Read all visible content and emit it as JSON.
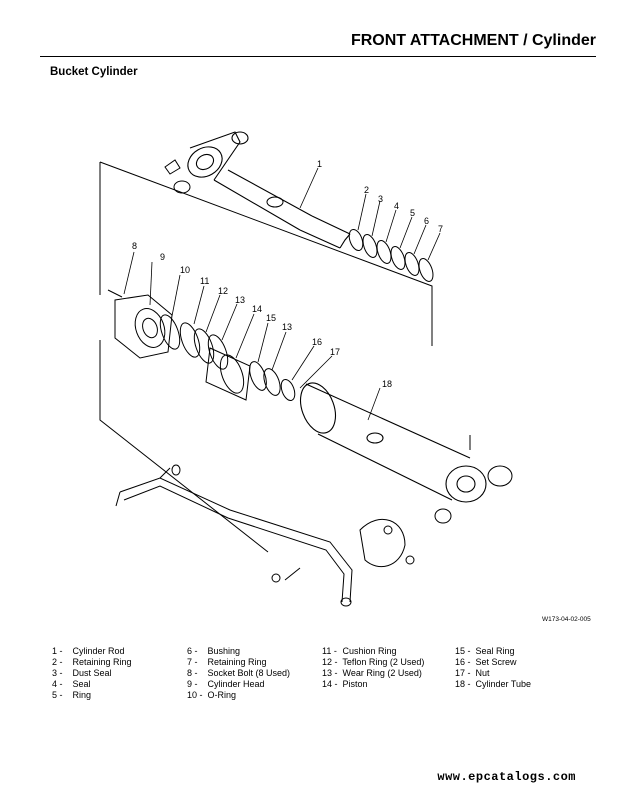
{
  "header": {
    "title": "FRONT ATTACHMENT / Cylinder"
  },
  "section": {
    "title": "Bucket Cylinder"
  },
  "diagram": {
    "callouts": [
      "1",
      "2",
      "3",
      "4",
      "5",
      "6",
      "7",
      "8",
      "9",
      "10",
      "11",
      "12",
      "13",
      "14",
      "15",
      "13",
      "16",
      "17",
      "18"
    ],
    "figure_code": "W173-04-02-005"
  },
  "legend": {
    "columns": [
      [
        {
          "num": "1 -",
          "label": "Cylinder Rod"
        },
        {
          "num": "2 -",
          "label": "Retaining Ring"
        },
        {
          "num": "3 -",
          "label": "Dust Seal"
        },
        {
          "num": "4 -",
          "label": "Seal"
        },
        {
          "num": "5 -",
          "label": "Ring"
        }
      ],
      [
        {
          "num": "6 -",
          "label": "Bushing"
        },
        {
          "num": "7 -",
          "label": "Retaining Ring"
        },
        {
          "num": "8 -",
          "label": "Socket Bolt (8 Used)"
        },
        {
          "num": "9 -",
          "label": "Cylinder Head"
        },
        {
          "num": "10 -",
          "label": "O-Ring"
        }
      ],
      [
        {
          "num": "11 -",
          "label": "Cushion Ring"
        },
        {
          "num": "12 -",
          "label": "Teflon Ring (2 Used)"
        },
        {
          "num": "13 -",
          "label": "Wear Ring (2 Used)"
        },
        {
          "num": "14 -",
          "label": "Piston"
        }
      ],
      [
        {
          "num": "15 -",
          "label": "Seal Ring"
        },
        {
          "num": "16 -",
          "label": "Set Screw"
        },
        {
          "num": "17 -",
          "label": "Nut"
        },
        {
          "num": "18 -",
          "label": "Cylinder Tube"
        }
      ]
    ]
  },
  "watermark": "www.epcatalogs.com"
}
